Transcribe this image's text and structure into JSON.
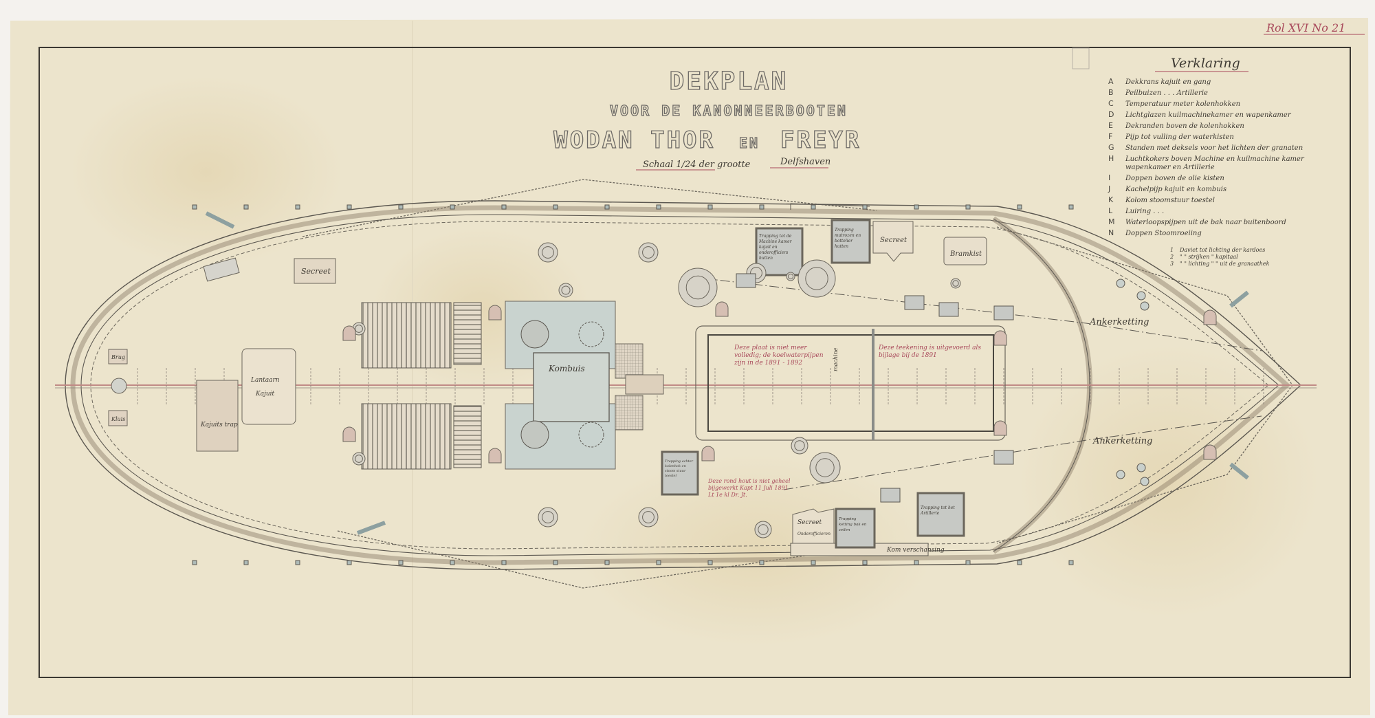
{
  "stamp": "Rol XVI No 21",
  "title": {
    "line1": "DEKPLAN",
    "line2": "VOOR DE KANONNEERBOOTEN",
    "line3a": "WODAN THOR",
    "line3b": "EN",
    "line3c": "FREYR",
    "scale": "Schaal 1/24 der grootte",
    "signature": "Delfshaven"
  },
  "legend": {
    "heading": "Verklaring",
    "items": [
      {
        "key": "A",
        "text": "Dekkrans kajuit en gang"
      },
      {
        "key": "B",
        "text": "Peilbuizen . . . Artillerie"
      },
      {
        "key": "C",
        "text": "Temperatuur meter kolenhokken"
      },
      {
        "key": "D",
        "text": "Lichtglazen kuilmachinekamer en wapenkamer"
      },
      {
        "key": "E",
        "text": "Dekranden boven de kolenhokken"
      },
      {
        "key": "F",
        "text": "Pijp tot vulling der waterkisten"
      },
      {
        "key": "G",
        "text": "Standen met deksels voor het lichten der granaten"
      },
      {
        "key": "H",
        "text": "Luchtkokers boven Machine en kuilmachine kamer wapenkamer en Artillerie"
      },
      {
        "key": "I",
        "text": "Doppen boven de olie kisten"
      },
      {
        "key": "J",
        "text": "Kachelpijp kajuit en kombuis"
      },
      {
        "key": "K",
        "text": "Kolom stoomstuur toestel"
      },
      {
        "key": "L",
        "text": "Luiring . . ."
      },
      {
        "key": "M",
        "text": "Waterloopspijpen uit de bak naar buitenboord"
      },
      {
        "key": "N",
        "text": "Doppen Stoomroeiing"
      }
    ],
    "notes": [
      {
        "key": "1",
        "text": "Daviet tot lichting der kardoes"
      },
      {
        "key": "2",
        "text": "\" \" strijken \" kapitaal"
      },
      {
        "key": "3",
        "text": "\" \" lichting \" \" uit de granaathek"
      }
    ]
  },
  "deck_labels": {
    "secreet_aft": "Secreet",
    "brug": "Brug",
    "kluis": "Kluis",
    "kajuitstrap": "Kajuits trap",
    "lantaarn": "Lantaarn",
    "kajuit": "Kajuit",
    "kombuis": "Kombuis",
    "trapping_machine": "Trapping tot de Machine kamer kajuit en onderofficiers hutten",
    "trapping_matrozen": "Trapping matrozen en bottelier hutten",
    "secreet_fwd": "Secreet",
    "bramkist": "Bramkist",
    "trapping_achter": "Trapping achter kolenhok en stoom stuur toestel",
    "secreet_officieren": "Secreet",
    "secreet_sub": "Onderofficieren",
    "trapping_kettingbak": "Trapping ketting bak en zeilen",
    "trapping_artillerie": "Trapping tot het Artillerie",
    "verschansing": "Kom verschansing",
    "ankerketting_top": "Ankerketting",
    "ankerketting_bottom": "Ankerketting",
    "red_note_1": "Deze plaat is niet meer volledig; de koelwaterpijpen zijn in de 1891 - 1892",
    "red_note_2": "Deze teekening is uitgevoerd als bijlage bij de 1891",
    "red_note_3": "Deze rond hout is niet geheel bijgewerkt Kapt 11 Juli 1891 Lt 1e kl Dr. Jt.",
    "machine_label": "machine"
  },
  "colors": {
    "paper": "#ece4cc",
    "ink": "#5b5750",
    "wash_blue": "#c9d3cf",
    "wash_brown": "#ddd0bc",
    "red_ink": "#a8485a"
  }
}
